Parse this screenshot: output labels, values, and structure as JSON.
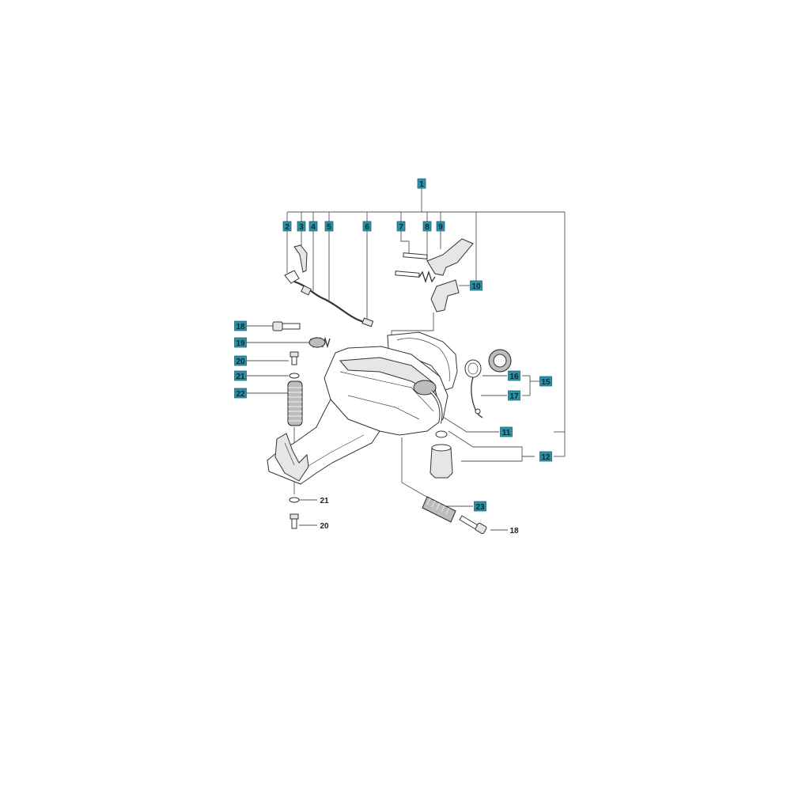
{
  "callouts": [
    {
      "id": "c1",
      "label": "1",
      "boxed": true
    },
    {
      "id": "c2",
      "label": "2",
      "boxed": true
    },
    {
      "id": "c3",
      "label": "3",
      "boxed": true
    },
    {
      "id": "c4",
      "label": "4",
      "boxed": true
    },
    {
      "id": "c5",
      "label": "5",
      "boxed": true
    },
    {
      "id": "c6",
      "label": "6",
      "boxed": true
    },
    {
      "id": "c7",
      "label": "7",
      "boxed": true
    },
    {
      "id": "c8",
      "label": "8",
      "boxed": true
    },
    {
      "id": "c9",
      "label": "9",
      "boxed": true
    },
    {
      "id": "c10",
      "label": "10",
      "boxed": true
    },
    {
      "id": "c11",
      "label": "11",
      "boxed": true
    },
    {
      "id": "c12",
      "label": "12",
      "boxed": true
    },
    {
      "id": "c15",
      "label": "15",
      "boxed": true
    },
    {
      "id": "c16",
      "label": "16",
      "boxed": true
    },
    {
      "id": "c17",
      "label": "17",
      "boxed": true
    },
    {
      "id": "c18a",
      "label": "18",
      "boxed": true
    },
    {
      "id": "c19",
      "label": "19",
      "boxed": true
    },
    {
      "id": "c20a",
      "label": "20",
      "boxed": true
    },
    {
      "id": "c21a",
      "label": "21",
      "boxed": true
    },
    {
      "id": "c22",
      "label": "22",
      "boxed": true
    },
    {
      "id": "c23",
      "label": "23",
      "boxed": true
    },
    {
      "id": "c21b",
      "label": "21",
      "boxed": false
    },
    {
      "id": "c20b",
      "label": "20",
      "boxed": false
    },
    {
      "id": "c18b",
      "label": "18",
      "boxed": false
    }
  ],
  "colors": {
    "label_fill": "#2e8fa3",
    "line": "#555555",
    "part_outline": "#333333"
  }
}
